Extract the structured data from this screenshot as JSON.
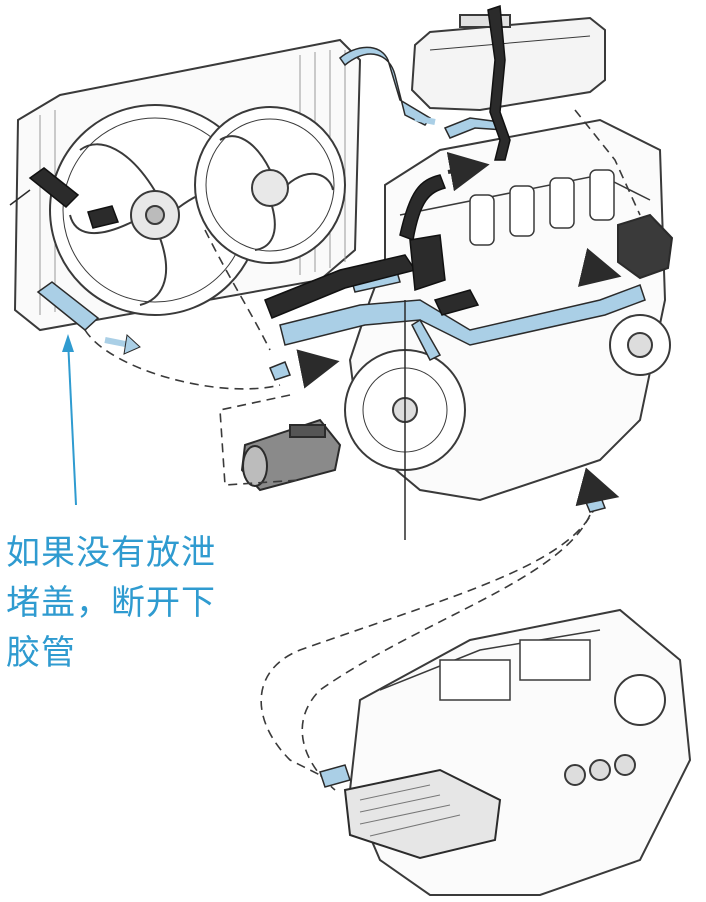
{
  "annotation": {
    "lines": [
      "如果没有放泄",
      "堵盖，断开下",
      "胶管"
    ]
  },
  "colors": {
    "hose_light": "#aacfe6",
    "hose_dark": "#2b2b2b",
    "label_text": "#2f9bd0",
    "line_art": "#3a3a3a"
  }
}
